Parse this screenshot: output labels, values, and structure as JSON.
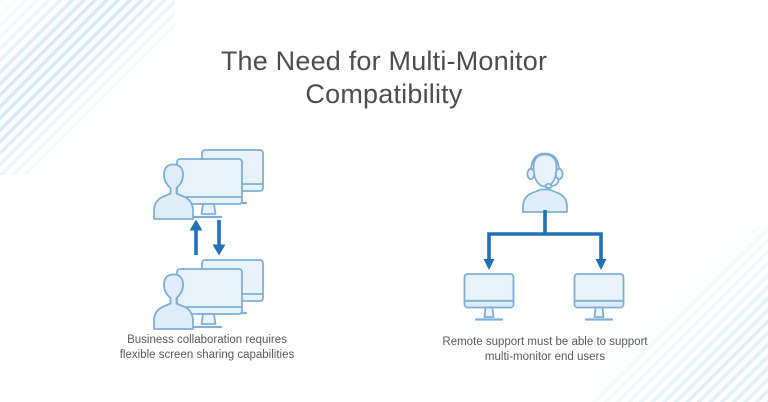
{
  "title": {
    "line1": "The Need for Multi-Monitor",
    "line2": "Compatibility"
  },
  "left_section": {
    "caption_line1": "Business collaboration requires",
    "caption_line2": "flexible screen sharing capabilities",
    "icon_top": "collaboration-user-with-two-monitors",
    "icon_bottom": "collaboration-user-with-two-monitors",
    "arrows": [
      "arrow-up",
      "arrow-down"
    ]
  },
  "right_section": {
    "caption_line1": "Remote support must be able to support",
    "caption_line2": "multi-monitor end users",
    "icon_top": "support-agent-with-headset",
    "connector": "branch-with-two-down-arrows",
    "monitors": [
      "desktop-monitor",
      "desktop-monitor"
    ]
  },
  "colors": {
    "accent_blue": "#2272b9",
    "icon_outline": "#7fafd6",
    "icon_fill": "#e7f2fb",
    "title_text": "#4d4d4f",
    "caption_text": "#58595b",
    "stripe_top_left": "#d7e9f7",
    "stripe_bottom_right": "#e3f1f7"
  }
}
